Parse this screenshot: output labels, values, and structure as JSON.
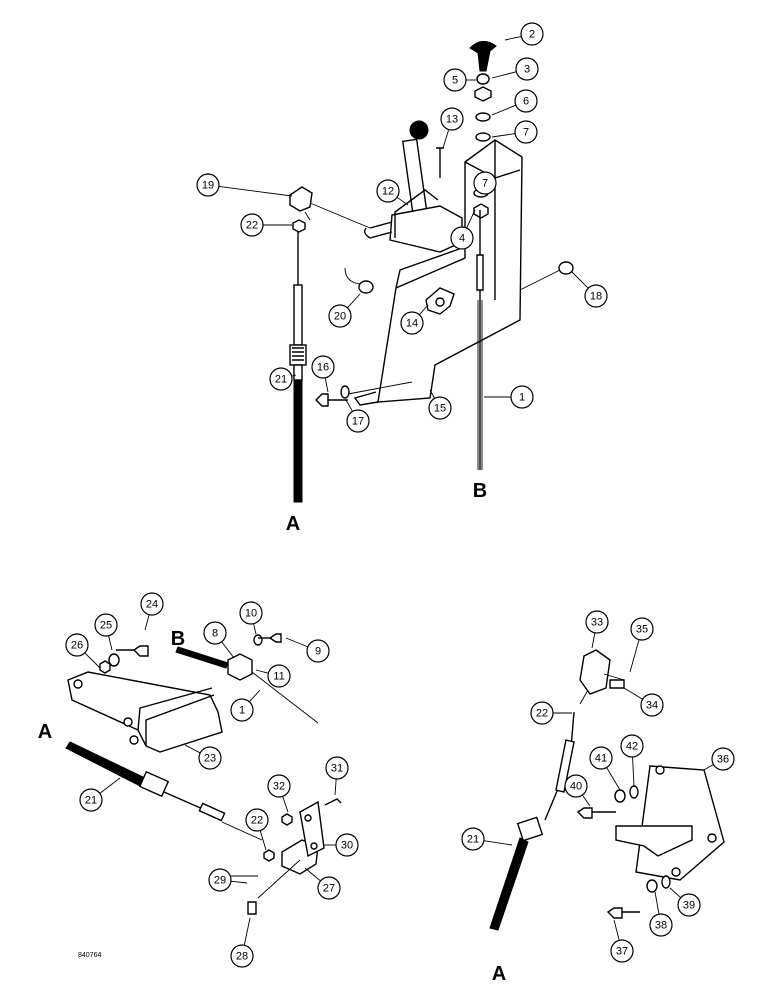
{
  "reference_number": "840764",
  "section_letters": {
    "a": "A",
    "b": "B"
  },
  "callouts": {
    "top": [
      "2",
      "3",
      "5",
      "6",
      "7",
      "13",
      "7",
      "12",
      "19",
      "22",
      "4",
      "18",
      "20",
      "14",
      "16",
      "21",
      "17",
      "15",
      "1"
    ],
    "bottom_left": [
      "24",
      "25",
      "26",
      "10",
      "8",
      "9",
      "11",
      "1",
      "23",
      "21",
      "31",
      "32",
      "22",
      "30",
      "29",
      "27",
      "28"
    ],
    "bottom_right": [
      "33",
      "35",
      "34",
      "22",
      "36",
      "41",
      "42",
      "40",
      "21",
      "39",
      "38",
      "37"
    ]
  }
}
